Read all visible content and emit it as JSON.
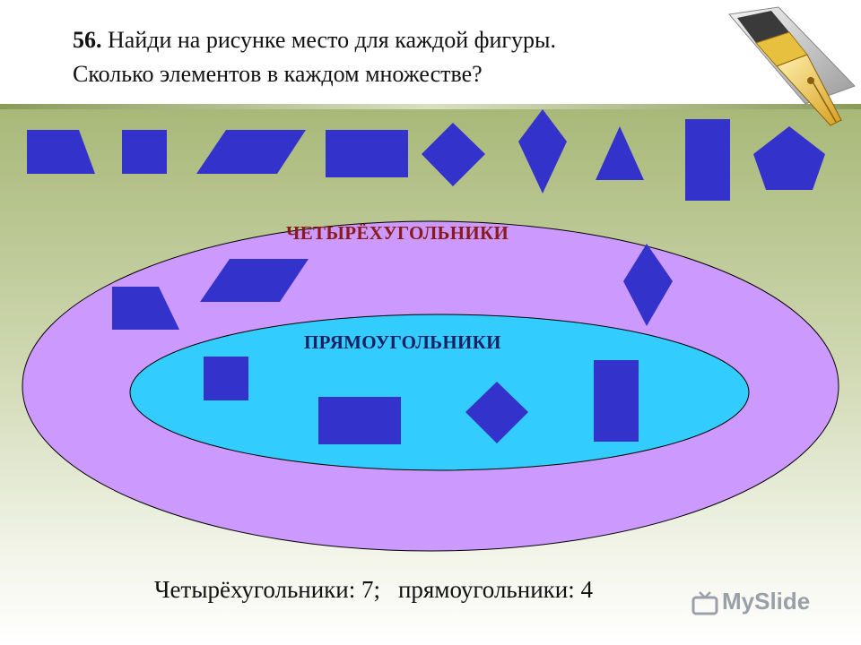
{
  "header": {
    "task_number": "56.",
    "line1": "Найди на рисунке место для каждой фигуры.",
    "line2": "Сколько элементов в каждом множестве?"
  },
  "diagram": {
    "outer_set_label": "ЧЕТЫРЁХУГОЛЬНИКИ",
    "inner_set_label": "ПРЯМОУГОЛЬНИКИ",
    "shape_color": "#3333cc",
    "outer_set_color": "#cc99ff",
    "inner_set_color": "#33ccff",
    "top_row_shapes": [
      "trapezoid",
      "square",
      "parallelogram",
      "rectangle",
      "rotated-square",
      "rhombus",
      "triangle",
      "tall-rectangle",
      "pentagon"
    ],
    "outer_only_shapes": [
      "trapezoid",
      "parallelogram",
      "rhombus"
    ],
    "inner_shapes": [
      "square",
      "rectangle",
      "rotated-square",
      "tall-rectangle"
    ]
  },
  "answer": {
    "quadrilaterals": "Четырёхугольники: 7;",
    "rectangles": "прямоугольники: 4"
  },
  "watermark": {
    "text": "MySlide",
    "icon": "tv-icon"
  },
  "decor": {
    "icon": "fountain-pen-icon"
  }
}
